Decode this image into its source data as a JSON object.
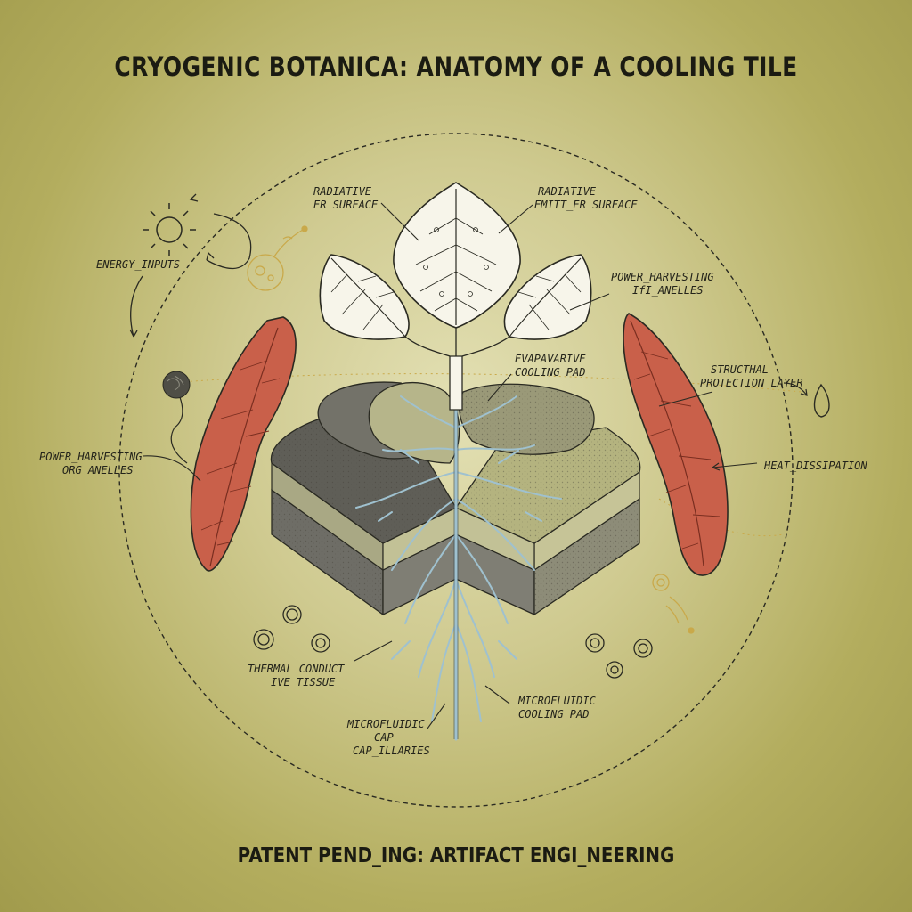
{
  "title": "CRYOGENIC BOTANICA: ANATOMY OF A COOLING TILE",
  "footer": "PATENT PEND_ING: ARTIFACT ENGI_NEERING",
  "labels": {
    "radiative_left": [
      "RADIATIVE",
      "ER SURFACE"
    ],
    "radiative_right": [
      "RADIATIVE",
      "EMITT_ER SURFACE"
    ],
    "energy_inputs": "ENERGY_INPUTS",
    "power_harvesting_top": [
      "POWER_HARVESTING",
      "IfI_ANELLES"
    ],
    "evaporative_pad": [
      "EVAPAVARIVE",
      "COOLING PAD"
    ],
    "structural_layer": [
      "STRUCTHAL",
      "PROTECTION LAYER"
    ],
    "power_harvesting_left": [
      "POWER_HARVESTING",
      "ORG_ANELLES"
    ],
    "heat_dissipation": "HEAT_DISSIPATION",
    "thermal_tissue": [
      "THERMAL CONDUCT",
      "IVE TISSUE"
    ],
    "microfluidic_pad": [
      "MICROFLUIDIC",
      "COOLING PAD"
    ],
    "microfluidic_capillaries": [
      "MICROFLUIDIC",
      "CAP",
      "CAP_ILLARIES"
    ]
  },
  "colors": {
    "ink": "#2a2a22",
    "leaf_red": "#c9604a",
    "leaf_white": "#f7f5ea",
    "capillary_blue": "#b9d4de",
    "layer_dark": "#5f5e57",
    "layer_olive": "#b4b37f",
    "accent_gold": "#c9a94a"
  }
}
